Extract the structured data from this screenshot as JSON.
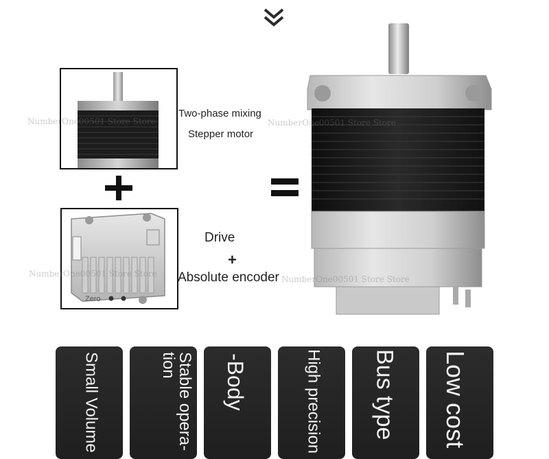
{
  "labels": {
    "motor_line1": "Two-phase mixing",
    "motor_line2": "Stepper motor",
    "drive": "Drive",
    "plus": "+",
    "encoder": "Absolute encoder",
    "zero": "Zero"
  },
  "features": [
    "Small Volume",
    "Stable opera-tion",
    "-Body",
    "High precision",
    "Bus type",
    "Low cost"
  ],
  "watermark": "NumberOne00501 Store Store",
  "colors": {
    "card_bg": "#262626",
    "card_text": "#f2f2f2",
    "frame": "#111111"
  },
  "icons": {
    "top": "chevron-double-down-icon",
    "plus": "plus-icon",
    "equals": "equals-icon"
  }
}
